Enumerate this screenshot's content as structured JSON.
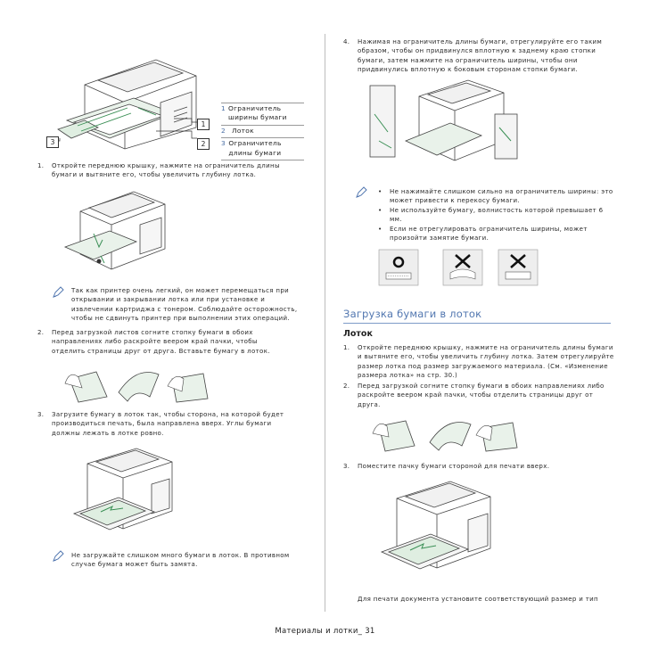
{
  "legend": [
    {
      "n": "1",
      "label": "Ограничитель ширины бумаги"
    },
    {
      "n": "2",
      "label": "Лоток"
    },
    {
      "n": "3",
      "label": "Ограничитель длины бумаги"
    }
  ],
  "callouts": {
    "c1": "1",
    "c2": "2",
    "c3": "3"
  },
  "left": {
    "step1": {
      "num": "1.",
      "text": "Откройте переднюю крышку, нажмите на ограничитель длины бумаги и вытяните его, чтобы увеличить глубину лотка."
    },
    "note1": "Так как принтер очень легкий, он может перемещаться при открывании и закрывании лотка или при установке и извлечении картриджа с тонером. Соблюдайте осторожность, чтобы не сдвинуть принтер при выполнении этих операций.",
    "step2": {
      "num": "2.",
      "text": "Перед загрузкой листов согните стопку бумаги в обоих направлениях либо раскройте веером край пачки, чтобы отделить страницы друг от друга. Вставьте бумагу в лоток."
    },
    "step3": {
      "num": "3.",
      "text": "Загрузите бумагу в лоток так, чтобы сторона, на которой будет производиться печать, была направлена вверх. Углы бумаги должны лежать в лотке ровно."
    },
    "note2": "Не загружайте слишком много бумаги в лоток. В противном случае бумага может быть замята."
  },
  "right": {
    "step4": {
      "num": "4.",
      "text": "Нажимая на ограничитель длины бумаги, отрегулируйте его таким образом, чтобы он придвинулся вплотную к заднему краю стопки бумаги, затем нажмите на ограничитель ширины, чтобы они придвинулись вплотную к боковым сторонам стопки бумаги."
    },
    "bullets": [
      "Не нажимайте слишком сильно на ограничитель ширины: это может привести к перекосу бумаги.",
      "Не используйте бумагу, волнистость которой превышает 6 мм.",
      "Если не отрегулировать ограничитель ширины, может произойти замятие бумаги."
    ],
    "section_title": "Загрузка бумаги в лоток",
    "subsection_title": "Лоток",
    "s1": {
      "num": "1.",
      "text": "Откройте переднюю крышку, нажмите на ограничитель длины бумаги и вытяните его, чтобы увеличить глубину лотка. Затем отрегулируйте размер лотка под размер загружаемого материала. (См. «Изменение размера лотка» на стр. 30.)"
    },
    "s2": {
      "num": "2.",
      "text": "Перед загрузкой согните стопку бумаги в обоих направлениях либо раскройте веером край пачки, чтобы отделить страницы друг от друга."
    },
    "s3": {
      "num": "3.",
      "text": "Поместите пачку бумаги стороной для печати вверх."
    },
    "bottom_text": "Для печати документа установите соответствующий размер и тип"
  },
  "footer": "Материалы и лотки_ 31"
}
